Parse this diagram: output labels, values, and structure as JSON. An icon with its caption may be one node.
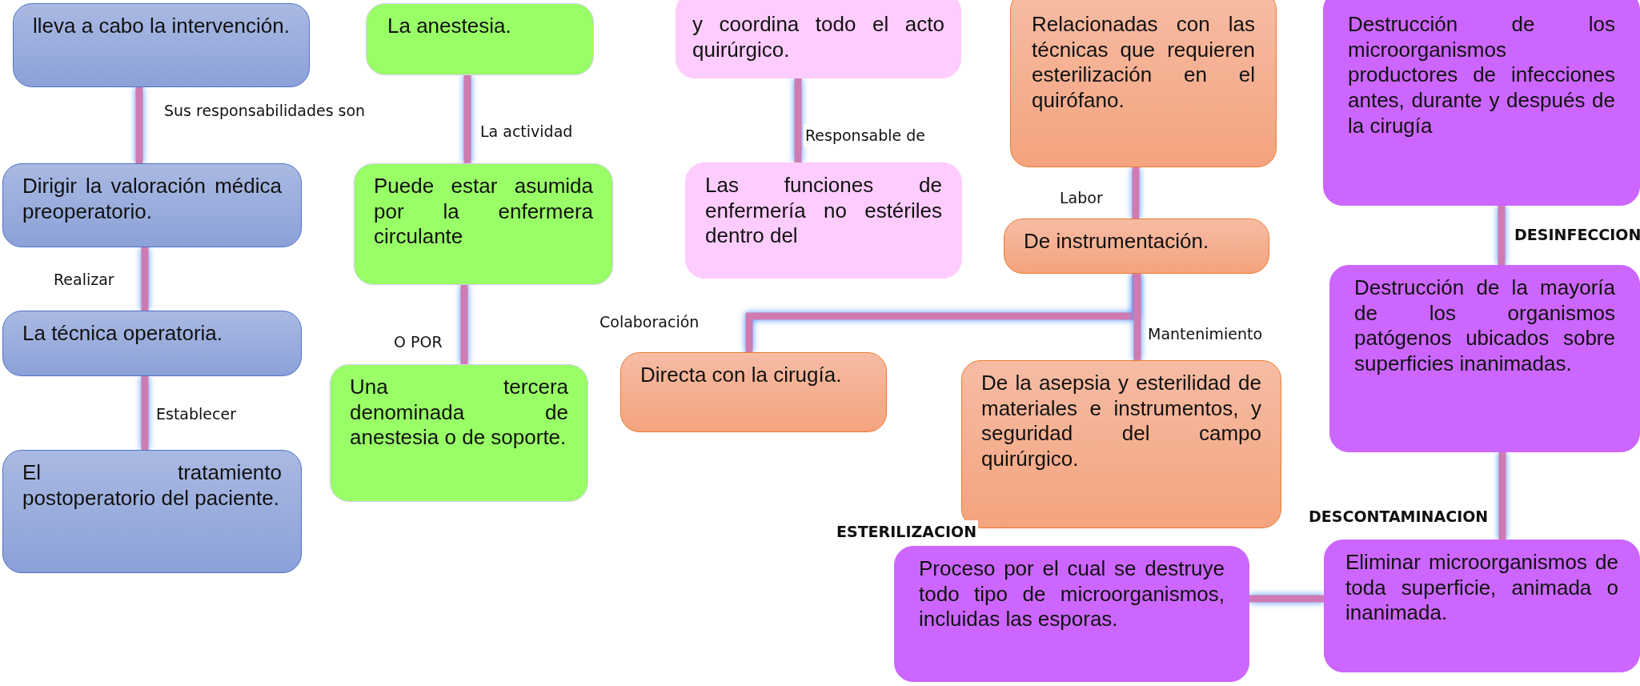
{
  "diagram": {
    "nodes": [
      {
        "text": [
          "lleva a cabo la intervención."
        ]
      },
      {
        "text": [
          "Dirigir la valoración médica preoperatorio."
        ]
      },
      {
        "text": [
          "La técnica operatoria."
        ]
      },
      {
        "text": [
          "El tratamiento postoperatorio del paciente."
        ]
      },
      {
        "text": [
          "La anestesia."
        ]
      },
      {
        "text": [
          "Puede estar asumida por la enfermera circulante"
        ]
      },
      {
        "text": [
          "Una tercera denominada de anestesia o de soporte."
        ]
      },
      {
        "text": [
          "y coordina todo el acto quirúrgico."
        ]
      },
      {
        "text": [
          "Las funciones de enfermería no estériles dentro del"
        ]
      },
      {
        "text": [
          "Relacionadas con las técnicas que requieren esterilización en el quirófano."
        ]
      },
      {
        "text": [
          "De instrumentación."
        ]
      },
      {
        "text": [
          "Directa con la cirugía."
        ]
      },
      {
        "text": [
          "De la asepsia y esterilidad de materiales e instrumentos, y seguridad del campo quirúrgico."
        ]
      },
      {
        "text": [
          "Destrucción de los microorganismos productores de infecciones antes, durante y después de la cirugía"
        ]
      },
      {
        "text": [
          "Destrucción de la mayoría de los organismos patógenos ubicados sobre superficies inanimadas."
        ]
      },
      {
        "text": [
          "Proceso por el cual se destruye todo tipo de microorganismos, incluidas las esporas."
        ],
        "beside": [
          "ESTERILIZACION"
        ]
      },
      {
        "text": [
          "Eliminar microorganismos de toda superficie, animada o inanimada."
        ]
      }
    ],
    "edges": [
      {
        "from": 0,
        "to": 1,
        "arrow": "none",
        "label": "Sus responsabilidades son"
      },
      {
        "from": 1,
        "to": 2,
        "arrow": "none",
        "label": "Realizar"
      },
      {
        "from": 2,
        "to": 3,
        "arrow": "none",
        "label": "Establecer"
      },
      {
        "from": 4,
        "to": 5,
        "arrow": "none",
        "label": "La actividad"
      },
      {
        "from": 5,
        "to": 6,
        "arrow": "none",
        "label": "O POR"
      },
      {
        "from": 7,
        "to": 8,
        "arrow": "none",
        "label": "Responsable de"
      },
      {
        "from": 9,
        "to": 10,
        "arrow": "none",
        "label": "Labor"
      },
      {
        "from": 10,
        "to": 11,
        "arrow": "none",
        "label": "Colaboración"
      },
      {
        "from": 10,
        "to": 12,
        "arrow": "none",
        "label": "Mantenimiento"
      },
      {
        "from": 13,
        "to": 14,
        "arrow": "none",
        "label": "DESINFECCION"
      },
      {
        "from": 14,
        "to": 16,
        "arrow": "none",
        "label": "DESCONTAMINACION"
      },
      {
        "from": 16,
        "to": 15,
        "arrow": "none"
      }
    ]
  }
}
